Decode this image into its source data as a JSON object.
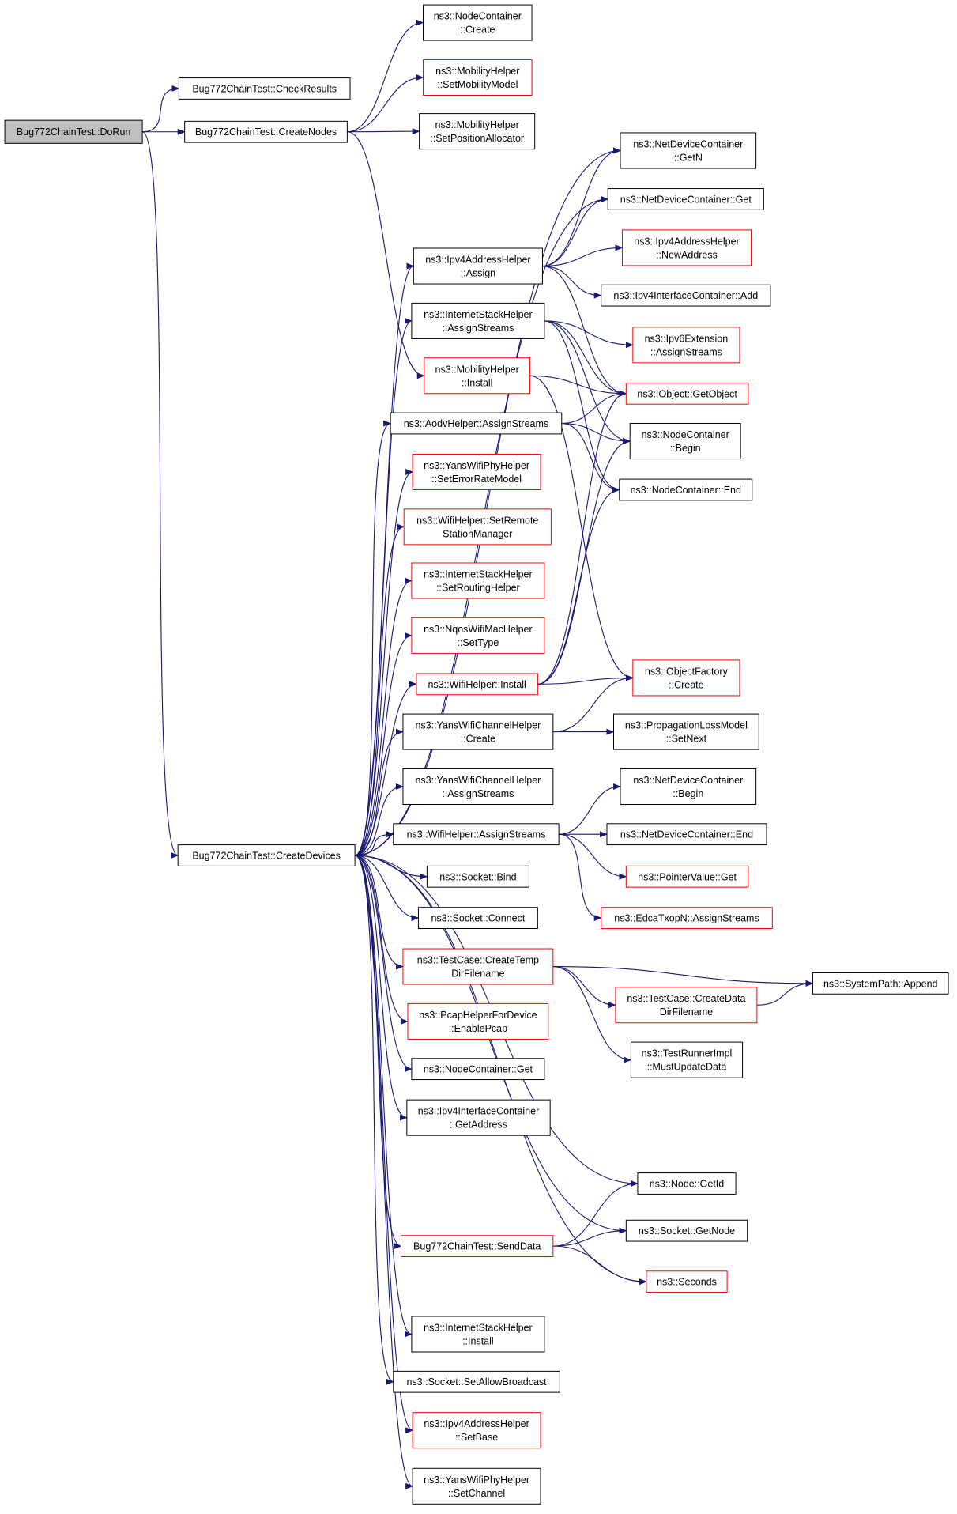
{
  "diagram": {
    "type": "call-graph",
    "colors": {
      "edge": "#191970",
      "box_border": "#000000",
      "box_border_incomplete": "#ff0000",
      "root_fill": "#bfbfbf"
    },
    "nodes": [
      {
        "id": "dorun",
        "lines": [
          "Bug772ChainTest::DoRun"
        ],
        "style": "root"
      },
      {
        "id": "checkresults",
        "lines": [
          "Bug772ChainTest::CheckResults"
        ],
        "style": "normal"
      },
      {
        "id": "createnodes",
        "lines": [
          "Bug772ChainTest::CreateNodes"
        ],
        "style": "normal"
      },
      {
        "id": "createdevices",
        "lines": [
          "Bug772ChainTest::CreateDevices"
        ],
        "style": "normal"
      },
      {
        "id": "nc_create",
        "lines": [
          "ns3::NodeContainer",
          "::Create"
        ],
        "style": "normal"
      },
      {
        "id": "mh_setmob",
        "lines": [
          "ns3::MobilityHelper",
          "::SetMobilityModel"
        ],
        "style": "red"
      },
      {
        "id": "mh_setpos",
        "lines": [
          "ns3::MobilityHelper",
          "::SetPositionAllocator"
        ],
        "style": "normal"
      },
      {
        "id": "ndc_getn",
        "lines": [
          "ns3::NetDeviceContainer",
          "::GetN"
        ],
        "style": "normal"
      },
      {
        "id": "ndc_get",
        "lines": [
          "ns3::NetDeviceContainer::Get"
        ],
        "style": "normal"
      },
      {
        "id": "ipv4ah_assign",
        "lines": [
          "ns3::Ipv4AddressHelper",
          "::Assign"
        ],
        "style": "normal"
      },
      {
        "id": "ipv4ah_newaddr",
        "lines": [
          "ns3::Ipv4AddressHelper",
          "::NewAddress"
        ],
        "style": "red"
      },
      {
        "id": "ipv4ic_add",
        "lines": [
          "ns3::Ipv4InterfaceContainer::Add"
        ],
        "style": "normal"
      },
      {
        "id": "ish_assignstreams",
        "lines": [
          "ns3::InternetStackHelper",
          "::AssignStreams"
        ],
        "style": "normal"
      },
      {
        "id": "ipv6ext_assign",
        "lines": [
          "ns3::Ipv6Extension",
          "::AssignStreams"
        ],
        "style": "red"
      },
      {
        "id": "mh_install",
        "lines": [
          "ns3::MobilityHelper",
          "::Install"
        ],
        "style": "red"
      },
      {
        "id": "obj_getobject",
        "lines": [
          "ns3::Object::GetObject"
        ],
        "style": "red"
      },
      {
        "id": "aodv_assign",
        "lines": [
          "ns3::AodvHelper::AssignStreams"
        ],
        "style": "normal"
      },
      {
        "id": "nc_begin",
        "lines": [
          "ns3::NodeContainer",
          "::Begin"
        ],
        "style": "normal"
      },
      {
        "id": "nc_end",
        "lines": [
          "ns3::NodeContainer::End"
        ],
        "style": "normal"
      },
      {
        "id": "ywph_seterr",
        "lines": [
          "ns3::YansWifiPhyHelper",
          "::SetErrorRateModel"
        ],
        "style": "red"
      },
      {
        "id": "wh_setremote",
        "lines": [
          "ns3::WifiHelper::SetRemote",
          "StationManager"
        ],
        "style": "red"
      },
      {
        "id": "ish_setrouting",
        "lines": [
          "ns3::InternetStackHelper",
          "::SetRoutingHelper"
        ],
        "style": "red"
      },
      {
        "id": "nqos_settype",
        "lines": [
          "ns3::NqosWifiMacHelper",
          "::SetType"
        ],
        "style": "red"
      },
      {
        "id": "wh_install",
        "lines": [
          "ns3::WifiHelper::Install"
        ],
        "style": "red"
      },
      {
        "id": "of_create",
        "lines": [
          "ns3::ObjectFactory",
          "::Create"
        ],
        "style": "red"
      },
      {
        "id": "ywch_create",
        "lines": [
          "ns3::YansWifiChannelHelper",
          "::Create"
        ],
        "style": "normal"
      },
      {
        "id": "plm_setnext",
        "lines": [
          "ns3::PropagationLossModel",
          "::SetNext"
        ],
        "style": "normal"
      },
      {
        "id": "ywch_assign",
        "lines": [
          "ns3::YansWifiChannelHelper",
          "::AssignStreams"
        ],
        "style": "normal"
      },
      {
        "id": "ndc_begin",
        "lines": [
          "ns3::NetDeviceContainer",
          "::Begin"
        ],
        "style": "normal"
      },
      {
        "id": "wh_assign",
        "lines": [
          "ns3::WifiHelper::AssignStreams"
        ],
        "style": "normal"
      },
      {
        "id": "ndc_end",
        "lines": [
          "ns3::NetDeviceContainer::End"
        ],
        "style": "normal"
      },
      {
        "id": "sock_bind",
        "lines": [
          "ns3::Socket::Bind"
        ],
        "style": "normal"
      },
      {
        "id": "pv_get",
        "lines": [
          "ns3::PointerValue::Get"
        ],
        "style": "red"
      },
      {
        "id": "sock_connect",
        "lines": [
          "ns3::Socket::Connect"
        ],
        "style": "normal"
      },
      {
        "id": "edca_assign",
        "lines": [
          "ns3::EdcaTxopN::AssignStreams"
        ],
        "style": "red"
      },
      {
        "id": "tc_createtemp",
        "lines": [
          "ns3::TestCase::CreateTemp",
          "DirFilename"
        ],
        "style": "red"
      },
      {
        "id": "sp_append",
        "lines": [
          "ns3::SystemPath::Append"
        ],
        "style": "normal"
      },
      {
        "id": "tc_createdata",
        "lines": [
          "ns3::TestCase::CreateData",
          "DirFilename"
        ],
        "style": "red"
      },
      {
        "id": "phfd_enable",
        "lines": [
          "ns3::PcapHelperForDevice",
          "::EnablePcap"
        ],
        "style": "red"
      },
      {
        "id": "tri_mustupdate",
        "lines": [
          "ns3::TestRunnerImpl",
          "::MustUpdateData"
        ],
        "style": "normal"
      },
      {
        "id": "nc_get",
        "lines": [
          "ns3::NodeContainer::Get"
        ],
        "style": "normal"
      },
      {
        "id": "ipv4ic_getaddr",
        "lines": [
          "ns3::Ipv4InterfaceContainer",
          "::GetAddress"
        ],
        "style": "normal"
      },
      {
        "id": "node_getid",
        "lines": [
          "ns3::Node::GetId"
        ],
        "style": "normal"
      },
      {
        "id": "sock_getnode",
        "lines": [
          "ns3::Socket::GetNode"
        ],
        "style": "normal"
      },
      {
        "id": "senddata",
        "lines": [
          "Bug772ChainTest::SendData"
        ],
        "style": "red"
      },
      {
        "id": "seconds",
        "lines": [
          "ns3::Seconds"
        ],
        "style": "red"
      },
      {
        "id": "ish_install",
        "lines": [
          "ns3::InternetStackHelper",
          "::Install"
        ],
        "style": "normal"
      },
      {
        "id": "sock_setbcast",
        "lines": [
          "ns3::Socket::SetAllowBroadcast"
        ],
        "style": "normal"
      },
      {
        "id": "ipv4ah_setbase",
        "lines": [
          "ns3::Ipv4AddressHelper",
          "::SetBase"
        ],
        "style": "red"
      },
      {
        "id": "ywph_setchannel",
        "lines": [
          "ns3::YansWifiPhyHelper",
          "::SetChannel"
        ],
        "style": "normal"
      }
    ],
    "edges": [
      [
        "dorun",
        "checkresults"
      ],
      [
        "dorun",
        "createnodes"
      ],
      [
        "dorun",
        "createdevices"
      ],
      [
        "createnodes",
        "nc_create"
      ],
      [
        "createnodes",
        "mh_setmob"
      ],
      [
        "createnodes",
        "mh_setpos"
      ],
      [
        "createnodes",
        "mh_install"
      ],
      [
        "createdevices",
        "ndc_getn"
      ],
      [
        "createdevices",
        "ndc_get"
      ],
      [
        "createdevices",
        "ipv4ah_assign"
      ],
      [
        "createdevices",
        "ish_assignstreams"
      ],
      [
        "createdevices",
        "aodv_assign"
      ],
      [
        "createdevices",
        "ywph_seterr"
      ],
      [
        "createdevices",
        "wh_setremote"
      ],
      [
        "createdevices",
        "ish_setrouting"
      ],
      [
        "createdevices",
        "nqos_settype"
      ],
      [
        "createdevices",
        "wh_install"
      ],
      [
        "createdevices",
        "ywch_create"
      ],
      [
        "createdevices",
        "ywch_assign"
      ],
      [
        "createdevices",
        "wh_assign"
      ],
      [
        "createdevices",
        "sock_bind"
      ],
      [
        "createdevices",
        "sock_connect"
      ],
      [
        "createdevices",
        "tc_createtemp"
      ],
      [
        "createdevices",
        "phfd_enable"
      ],
      [
        "createdevices",
        "nc_get"
      ],
      [
        "createdevices",
        "ipv4ic_getaddr"
      ],
      [
        "createdevices",
        "node_getid"
      ],
      [
        "createdevices",
        "sock_getnode"
      ],
      [
        "createdevices",
        "senddata"
      ],
      [
        "createdevices",
        "seconds"
      ],
      [
        "createdevices",
        "ish_install"
      ],
      [
        "createdevices",
        "sock_setbcast"
      ],
      [
        "createdevices",
        "ipv4ah_setbase"
      ],
      [
        "createdevices",
        "ywph_setchannel"
      ],
      [
        "ipv4ah_assign",
        "ndc_getn"
      ],
      [
        "ipv4ah_assign",
        "ndc_get"
      ],
      [
        "ipv4ah_assign",
        "ipv4ah_newaddr"
      ],
      [
        "ipv4ah_assign",
        "ipv4ic_add"
      ],
      [
        "ipv4ah_assign",
        "obj_getobject"
      ],
      [
        "ish_assignstreams",
        "ipv6ext_assign"
      ],
      [
        "ish_assignstreams",
        "obj_getobject"
      ],
      [
        "ish_assignstreams",
        "nc_begin"
      ],
      [
        "ish_assignstreams",
        "nc_end"
      ],
      [
        "mh_install",
        "obj_getobject"
      ],
      [
        "mh_install",
        "of_create"
      ],
      [
        "aodv_assign",
        "obj_getobject"
      ],
      [
        "aodv_assign",
        "nc_begin"
      ],
      [
        "aodv_assign",
        "nc_end"
      ],
      [
        "wh_install",
        "obj_getobject"
      ],
      [
        "wh_install",
        "nc_begin"
      ],
      [
        "wh_install",
        "nc_end"
      ],
      [
        "wh_install",
        "of_create"
      ],
      [
        "ywch_create",
        "of_create"
      ],
      [
        "ywch_create",
        "plm_setnext"
      ],
      [
        "wh_assign",
        "ndc_begin"
      ],
      [
        "wh_assign",
        "ndc_end"
      ],
      [
        "wh_assign",
        "pv_get"
      ],
      [
        "wh_assign",
        "edca_assign"
      ],
      [
        "tc_createtemp",
        "sp_append"
      ],
      [
        "tc_createtemp",
        "tc_createdata"
      ],
      [
        "tc_createtemp",
        "tri_mustupdate"
      ],
      [
        "tc_createdata",
        "sp_append"
      ],
      [
        "senddata",
        "node_getid"
      ],
      [
        "senddata",
        "sock_getnode"
      ],
      [
        "senddata",
        "seconds"
      ]
    ]
  }
}
